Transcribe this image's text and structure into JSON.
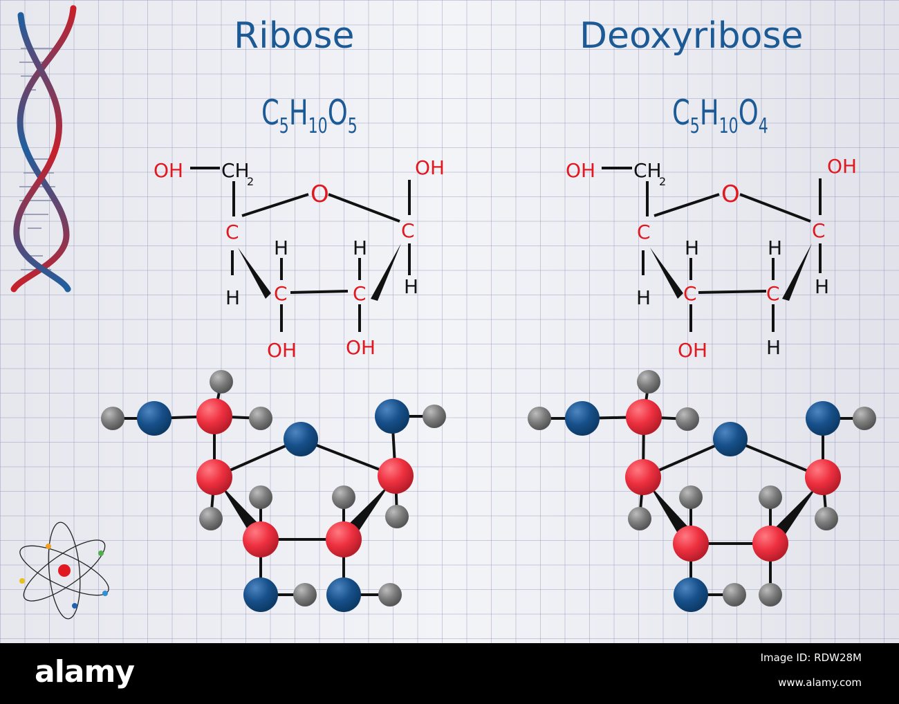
{
  "titles": {
    "left": "Ribose",
    "right": "Deoxyribose"
  },
  "formulas": {
    "left": {
      "c": "C",
      "c_n": "5",
      "h": "H",
      "h_n": "10",
      "o": "O",
      "o_n": "5"
    },
    "right": {
      "c": "C",
      "c_n": "5",
      "h": "H",
      "h_n": "10",
      "o": "O",
      "o_n": "4"
    }
  },
  "atom_labels": {
    "oh": "OH",
    "ch2": "CH",
    "ch2_sub": "2",
    "o": "O",
    "c": "C",
    "h": "H"
  },
  "footer": {
    "brand": "alamy",
    "image_id": "Image ID: RDW28M",
    "url": "www.alamy.com"
  },
  "colors": {
    "title_blue": "#1c5a96",
    "atom_label_red": "#e01820",
    "carbon_ball": "#ee3040",
    "oxygen_ball": "#17508a",
    "hydrogen_ball": "#7c7c7c",
    "bond": "#111111",
    "dna_red": "#c8202a",
    "dna_blue": "#1f5f9e"
  },
  "icons": [
    "dna-helix-icon",
    "atom-icon"
  ]
}
